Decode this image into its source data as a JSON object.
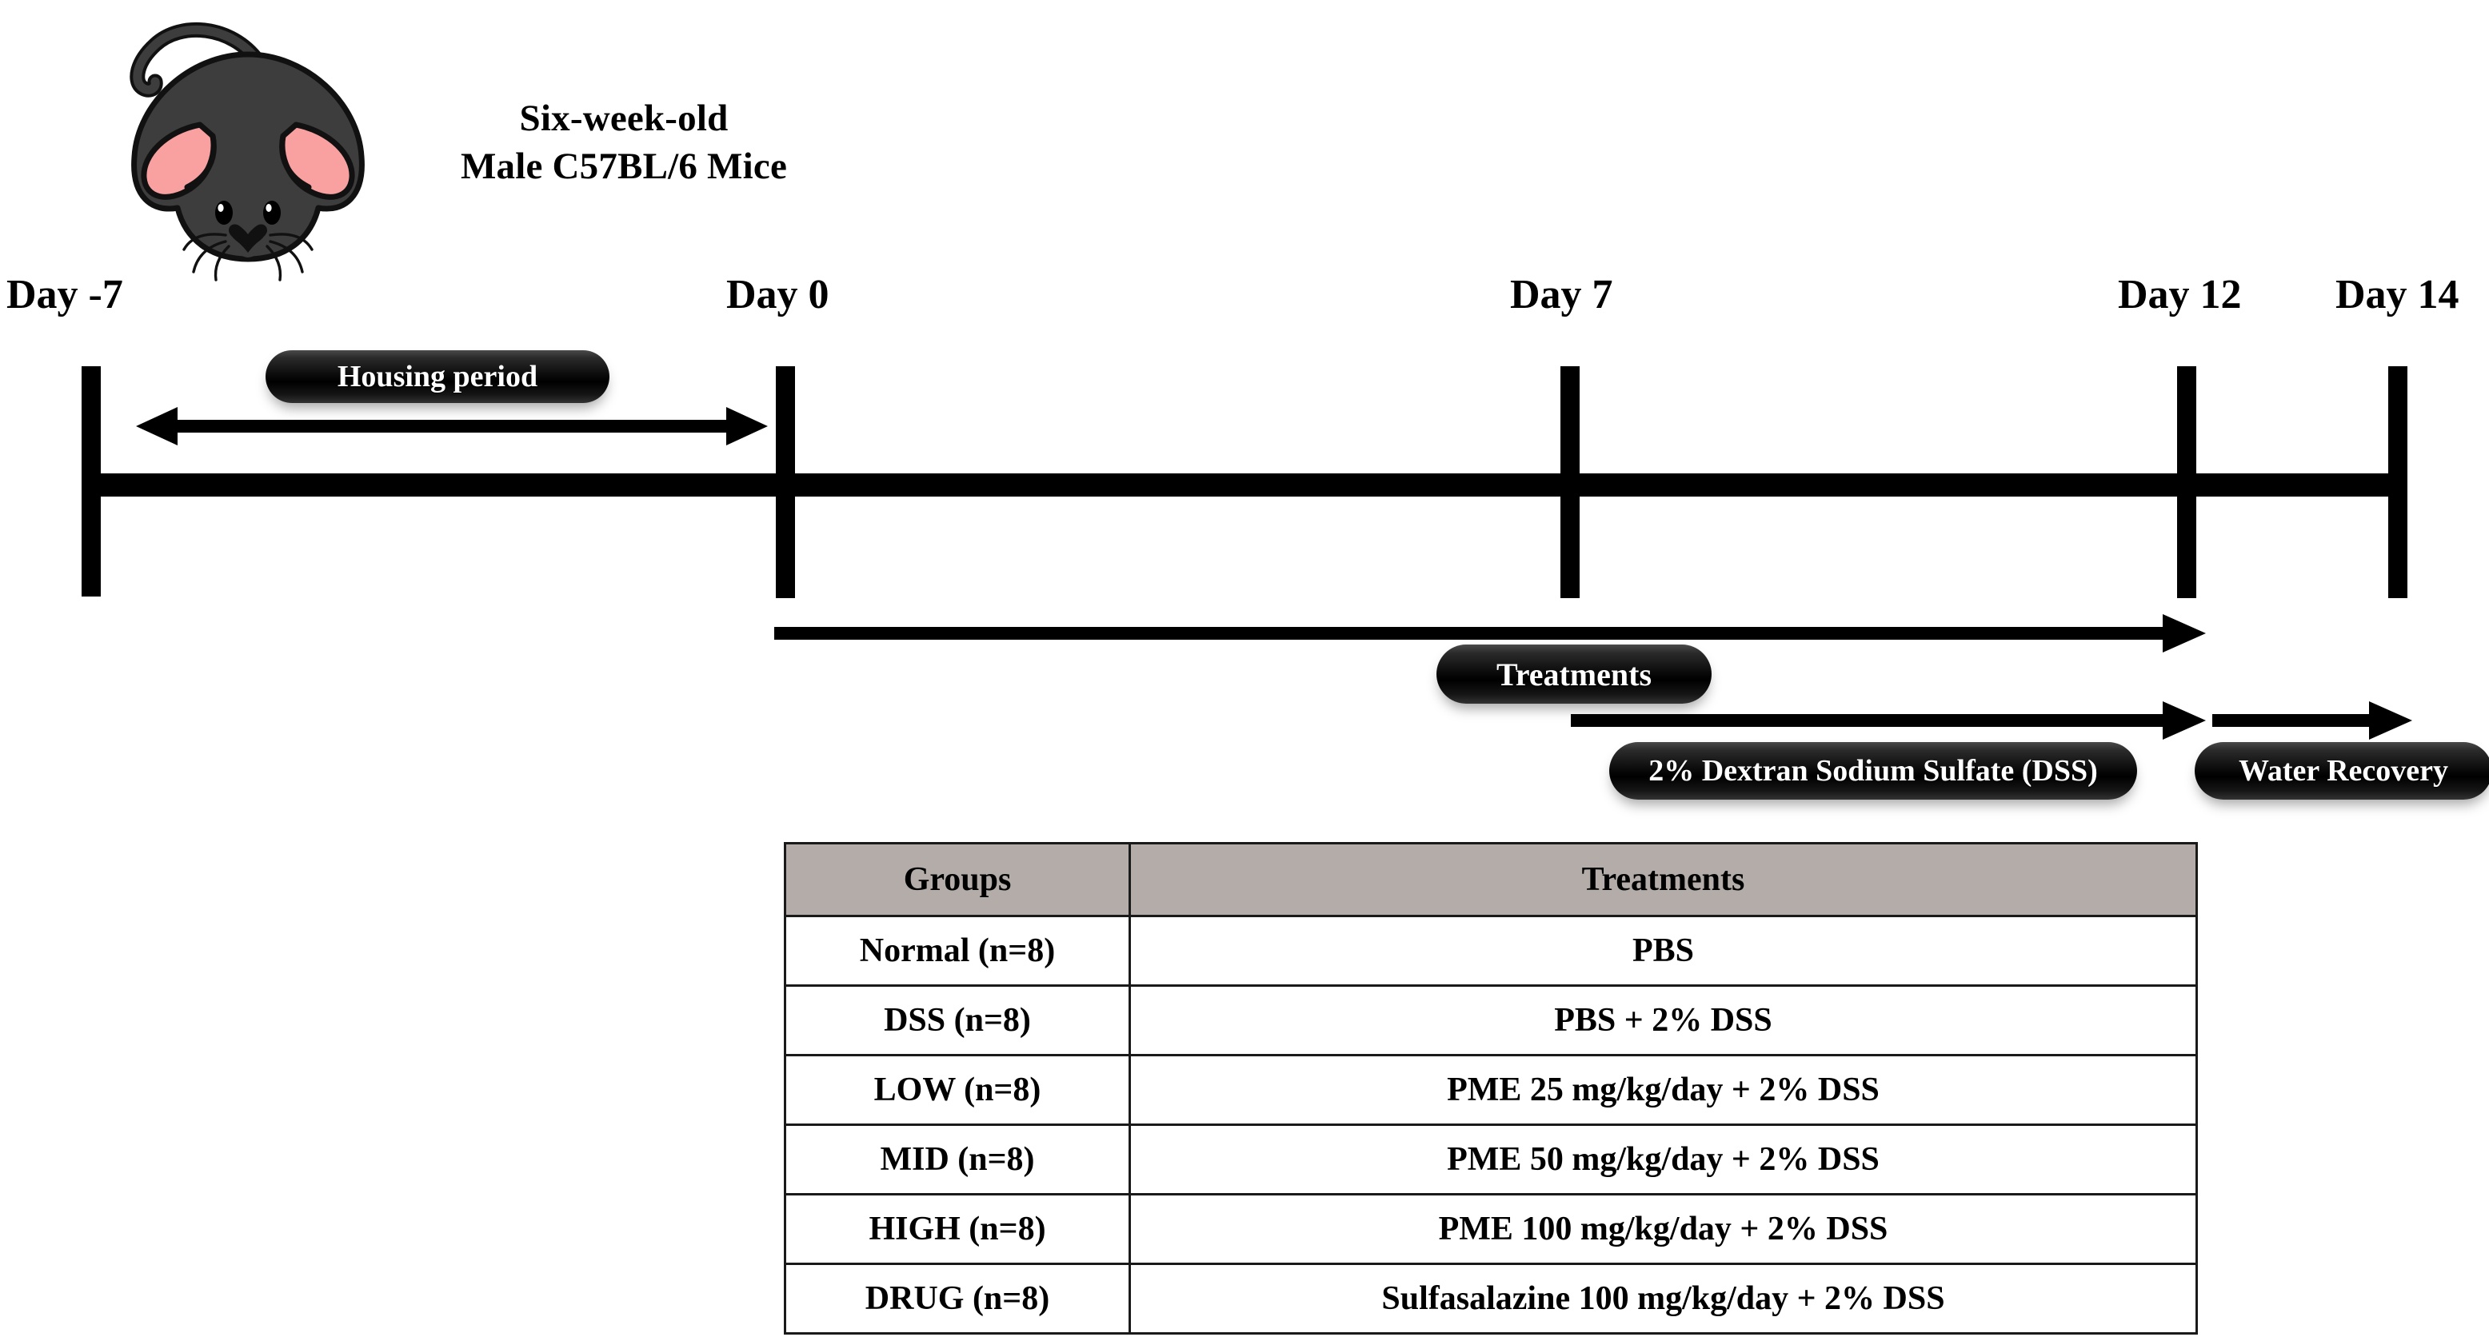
{
  "figure": {
    "type": "experimental-timeline-diagram",
    "subject": {
      "icon": "mouse-icon",
      "caption_line1": "Six-week-old",
      "caption_line2": "Male C57BL/6 Mice"
    },
    "timeline": {
      "day_labels": [
        {
          "id": "day-minus-7",
          "text": "Day -7"
        },
        {
          "id": "day-0",
          "text": "Day 0"
        },
        {
          "id": "day-7",
          "text": "Day 7"
        },
        {
          "id": "day-12",
          "text": "Day 12"
        },
        {
          "id": "day-14",
          "text": "Day 14"
        }
      ],
      "phases": [
        {
          "id": "housing-period",
          "label": "Housing period",
          "from": "Day -7",
          "to": "Day 0",
          "arrow": "double"
        },
        {
          "id": "treatments",
          "label": "Treatments",
          "from": "Day 0",
          "to": "Day 12",
          "arrow": "single"
        },
        {
          "id": "dss",
          "label": "2% Dextran Sodium Sulfate (DSS)",
          "from": "Day 7",
          "to": "Day 12",
          "arrow": "single"
        },
        {
          "id": "water-recovery",
          "label": "Water Recovery",
          "from": "Day 12",
          "to": "Day 14",
          "arrow": "single"
        }
      ]
    },
    "table": {
      "headers": [
        "Groups",
        "Treatments"
      ],
      "rows": [
        {
          "group": "Normal (n=8)",
          "treatment": "PBS"
        },
        {
          "group": "DSS (n=8)",
          "treatment": "PBS + 2% DSS"
        },
        {
          "group": "LOW (n=8)",
          "treatment": "PME 25 mg/kg/day + 2% DSS"
        },
        {
          "group": "MID (n=8)",
          "treatment": "PME 50 mg/kg/day + 2% DSS"
        },
        {
          "group": "HIGH (n=8)",
          "treatment": "PME 100 mg/kg/day + 2% DSS"
        },
        {
          "group": "DRUG (n=8)",
          "treatment": "Sulfasalazine 100 mg/kg/day + 2% DSS"
        }
      ]
    },
    "colors": {
      "background": "#ffffff",
      "line": "#000000",
      "pill_fill": "#000000",
      "pill_text": "#ffffff",
      "table_header_fill": "#b3aca9",
      "table_border": "#1a1a1a",
      "mouse_body": "#3d3d3d",
      "mouse_ear": "#f9a0a0",
      "mouse_outline": "#111111"
    }
  }
}
